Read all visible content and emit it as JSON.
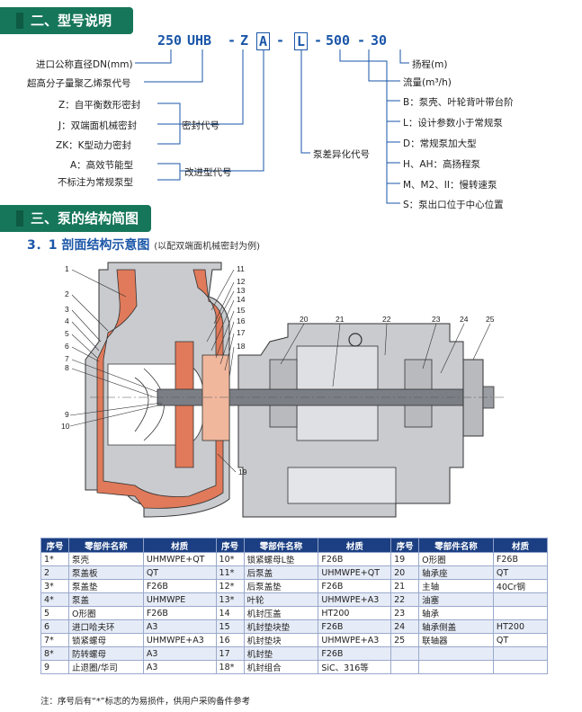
{
  "section2": {
    "number": "二、",
    "title": "型号说明"
  },
  "model_code": {
    "c1": "250",
    "c2": "UHB",
    "d1": "-",
    "c3": "Z",
    "c4": "A",
    "d2": "-",
    "c5": "L",
    "d3": "-",
    "c6": "500",
    "d4": "-",
    "c7": "30"
  },
  "left_labels": [
    "进口公称直径DN(mm)",
    "超高分子量聚乙烯泵代号",
    "Z：自平衡数形密封",
    "J：双端面机械密封",
    "ZK：K型动力密封",
    "A：高效节能型",
    "不标注为常规泵型"
  ],
  "mid_labels": {
    "seal": "密封代号",
    "improve": "改进型代号",
    "variant": "泵差异化代号"
  },
  "right_labels": [
    "扬程(m)",
    "流量(m³/h)",
    "B：泵壳、叶轮背叶带台阶",
    "L：设计参数小于常规泵",
    "D：常规泵加大型",
    "H、AH：高扬程泵",
    "M、M2、II：慢转速泵",
    "S：泵出口位于中心位置"
  ],
  "section3": {
    "number": "三、",
    "title": "泵的结构简图"
  },
  "subsection": {
    "title": "3．1  剖面结构示意图",
    "note": "(以配双端面机械密封为例)"
  },
  "callouts": [
    "1",
    "2",
    "3",
    "4",
    "5",
    "6",
    "7",
    "8",
    "9",
    "10",
    "11",
    "12",
    "13",
    "14",
    "15",
    "16",
    "17",
    "18",
    "19",
    "20",
    "21",
    "22",
    "23",
    "24",
    "25"
  ],
  "table": {
    "headers": [
      "序号",
      "零部件名称",
      "材质"
    ],
    "rows": [
      [
        "1*",
        "泵壳",
        "UHMWPE+QT",
        "10*",
        "锁紧螺母L垫",
        "F26B",
        "19",
        "O形圈",
        "F26B"
      ],
      [
        "2",
        "泵盖板",
        "QT",
        "11*",
        "后泵盖",
        "UHMWPE+QT",
        "20",
        "轴承座",
        "QT"
      ],
      [
        "3*",
        "泵盖垫",
        "F26B",
        "12*",
        "后泵盖垫",
        "F26B",
        "21",
        "主轴",
        "40Cr钢"
      ],
      [
        "4*",
        "泵盖",
        "UHMWPE",
        "13*",
        "叶轮",
        "UHMWPE+A3",
        "22",
        "油塞",
        ""
      ],
      [
        "5",
        "O形圈",
        "F26B",
        "14",
        "机封压盖",
        "HT200",
        "23",
        "轴承",
        ""
      ],
      [
        "6",
        "进口哈夫环",
        "A3",
        "15",
        "机封垫块垫",
        "F26B",
        "24",
        "轴承侧盖",
        "HT200"
      ],
      [
        "7*",
        "锁紧螺母",
        "UHMWPE+A3",
        "16",
        "机封垫块",
        "UHMWPE+A3",
        "25",
        "联轴器",
        "QT"
      ],
      [
        "8*",
        "防转螺母",
        "A3",
        "17",
        "机封垫",
        "F26B",
        "",
        "",
        ""
      ],
      [
        "9",
        "止退圈/华司",
        "A3",
        "18*",
        "机封组合",
        "SiC、316等",
        "",
        "",
        ""
      ]
    ]
  },
  "footnote": "注：序号后有“*”标志的为易损件，供用户采购备件参考",
  "colors": {
    "band": "#16765a",
    "accent": "#1a56a8",
    "table_header": "#1b3f82",
    "liner": "#e07a5a"
  }
}
